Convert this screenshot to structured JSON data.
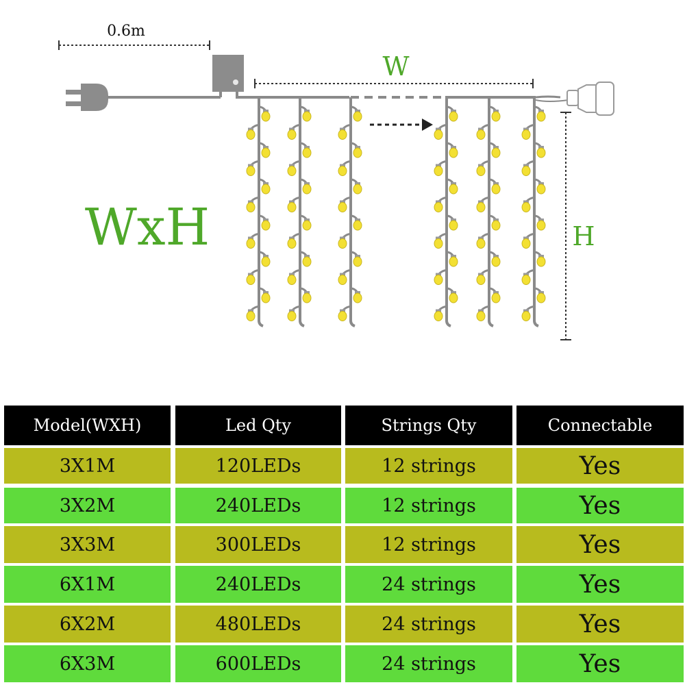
{
  "diagram": {
    "cable_length_label": "0.6m",
    "width_label": "W",
    "height_label": "H",
    "size_label": "WxH",
    "colors": {
      "label_green": "#4fa82a",
      "wire": "#8a8a8a",
      "bulb": "#f3e033",
      "controller": "#8c8c8c",
      "dim_line": "#333333"
    }
  },
  "table": {
    "headers": [
      "Model(WXH)",
      "Led Qty",
      "Strings Qty",
      "Connectable"
    ],
    "rows": [
      {
        "model": "3X1M",
        "led_qty": "120LEDs",
        "strings_qty": "12 strings",
        "connectable": "Yes"
      },
      {
        "model": "3X2M",
        "led_qty": "240LEDs",
        "strings_qty": "12 strings",
        "connectable": "Yes"
      },
      {
        "model": "3X3M",
        "led_qty": "300LEDs",
        "strings_qty": "12 strings",
        "connectable": "Yes"
      },
      {
        "model": "6X1M",
        "led_qty": "240LEDs",
        "strings_qty": "24 strings",
        "connectable": "Yes"
      },
      {
        "model": "6X2M",
        "led_qty": "480LEDs",
        "strings_qty": "24 strings",
        "connectable": "Yes"
      },
      {
        "model": "6X3M",
        "led_qty": "600LEDs",
        "strings_qty": "24 strings",
        "connectable": "Yes"
      }
    ],
    "row_colors": [
      "#b8bb1e",
      "#5fdb3c",
      "#b8bb1e",
      "#5fdb3c",
      "#b8bb1e",
      "#5fdb3c"
    ],
    "header_color": "#000000"
  }
}
